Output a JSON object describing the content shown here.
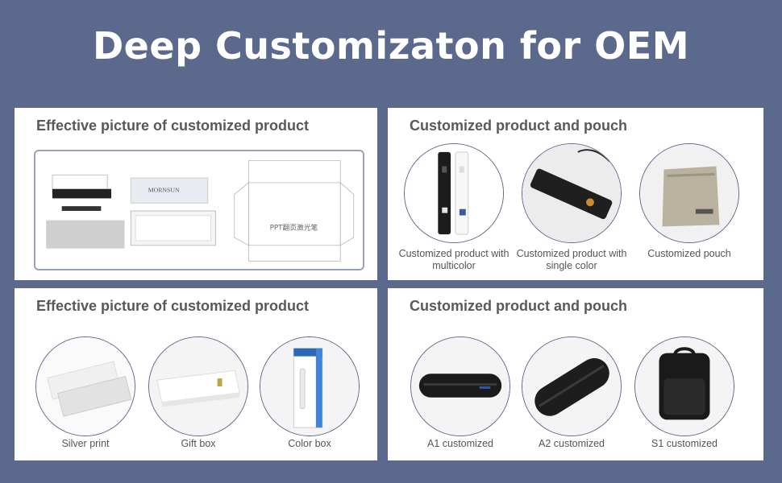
{
  "title": "Deep Customizaton for OEM",
  "panels": [
    {
      "title": "Effective picture of customized product",
      "drawing": {
        "brand_text": "MORNSUN",
        "box_text": "PPT翻页激光笔"
      }
    },
    {
      "title": "Customized product and pouch",
      "items": [
        {
          "caption": "Customized product with multicolor"
        },
        {
          "caption": "Customized product with single color"
        },
        {
          "caption": "Customized pouch"
        }
      ]
    },
    {
      "title": "Effective picture of customized product",
      "items": [
        {
          "caption": "Silver print"
        },
        {
          "caption": "Gift box"
        },
        {
          "caption": "Color box"
        }
      ]
    },
    {
      "title": "Customized product and pouch",
      "items": [
        {
          "caption": "A1 customized"
        },
        {
          "caption": "A2 customized"
        },
        {
          "caption": "S1 customized"
        }
      ]
    }
  ],
  "colors": {
    "background": "#5b6a8c",
    "panel": "#ffffff",
    "heading": "#595959"
  }
}
